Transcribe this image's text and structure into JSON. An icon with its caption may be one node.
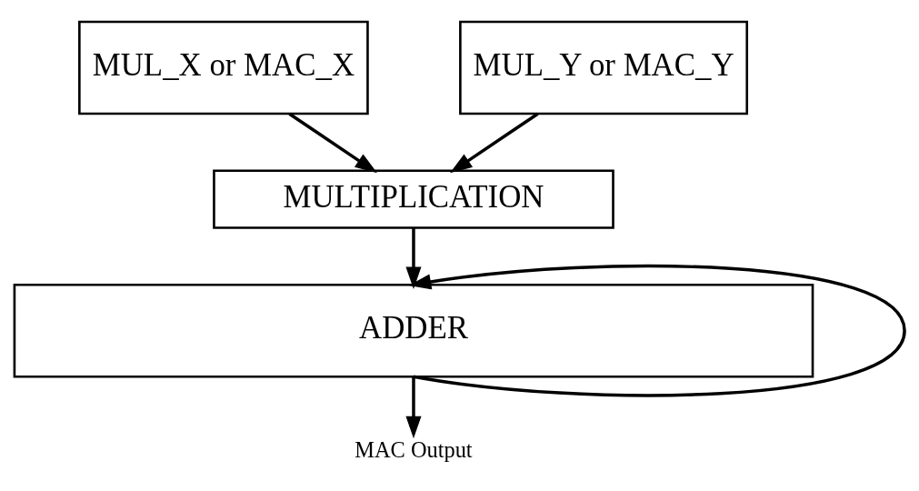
{
  "diagram": {
    "nodes": [
      {
        "text": [
          "MUL_X or MAC_X"
        ]
      },
      {
        "text": [
          "MUL_Y or MAC_Y"
        ]
      },
      {
        "text": [
          "MULTIPLICATION"
        ]
      },
      {
        "text": [
          "ADDER"
        ]
      },
      {
        "text": [
          "MAC Output"
        ]
      }
    ],
    "edges": [
      {
        "from": 0,
        "to": 2,
        "arrow": "to"
      },
      {
        "from": 1,
        "to": 2,
        "arrow": "to"
      },
      {
        "from": 2,
        "to": 3,
        "arrow": "to"
      },
      {
        "from": 3,
        "to": 4,
        "arrow": "to"
      },
      {
        "from": 3,
        "to": 3,
        "arrow": "to"
      }
    ]
  }
}
